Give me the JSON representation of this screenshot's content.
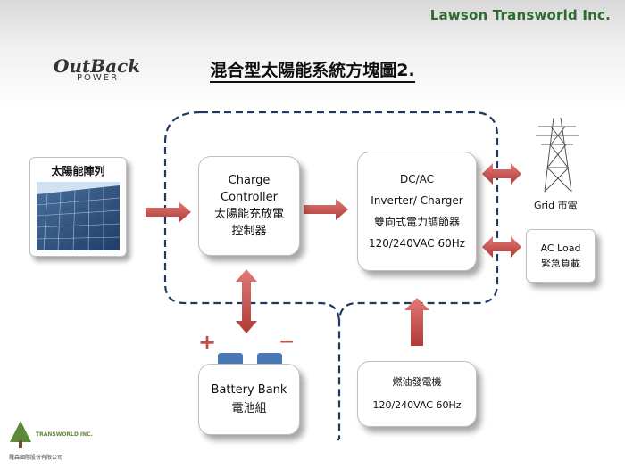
{
  "header": {
    "company": "Lawson Transworld Inc.",
    "logo_main": "OutBack",
    "logo_sub": "POWER",
    "title": "混合型太陽能系統方塊圖2."
  },
  "nodes": {
    "solar": {
      "label": "太陽能陣列"
    },
    "charge": {
      "line1": "Charge",
      "line2": "Controller",
      "line3": "太陽能充放電",
      "line4": "控制器"
    },
    "inverter": {
      "line1": "DC/AC",
      "line2": "Inverter/ Charger",
      "line3": "雙向式電力調節器",
      "line4": "120/240VAC 60Hz"
    },
    "battery": {
      "line1": "Battery Bank",
      "line2": "電池組",
      "plus": "+",
      "minus": "−"
    },
    "generator": {
      "line1": "燃油發電機",
      "line2": "120/240VAC 60Hz"
    },
    "grid": {
      "label": "Grid 市電"
    },
    "acload": {
      "line1": "AC Load",
      "line2": "緊急負載"
    }
  },
  "footer": {
    "logo_text": "TRANSWORLD INC.",
    "logo_text_zh": "羅森國際股份有限公司"
  },
  "colors": {
    "arrow": "#c0504d",
    "dash": "#1f3864",
    "company": "#2e6b2e",
    "battery_terminal": "#4a78b5"
  }
}
